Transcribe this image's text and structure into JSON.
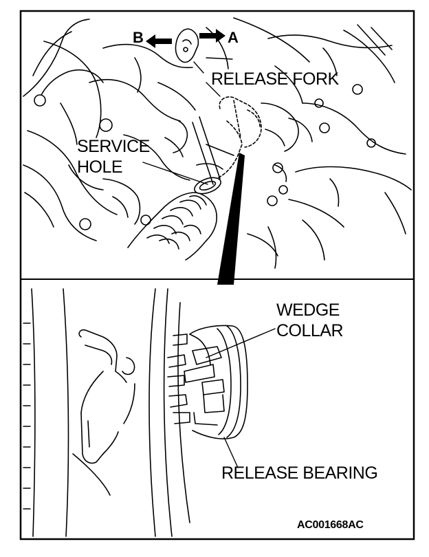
{
  "figure": {
    "direction_a": "A",
    "direction_b": "B",
    "release_fork_label": "RELEASE FORK",
    "service_hole_label": [
      "SERVICE",
      "HOLE"
    ],
    "wedge_collar_label": [
      "WEDGE",
      "COLLAR"
    ],
    "release_bearing_label": "RELEASE BEARING",
    "figure_code": "AC001668AC"
  }
}
